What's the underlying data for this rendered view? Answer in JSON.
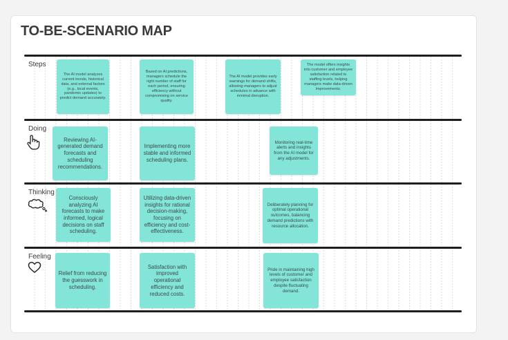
{
  "title": "TO-BE-SCENARIO MAP",
  "rows": {
    "steps": "Steps",
    "doing": "Doing",
    "thinking": "Thinking",
    "feeling": "Feeling"
  },
  "icons": {
    "doing": "hand-pointer-icon",
    "thinking": "thought-bubble-icon",
    "feeling": "heart-icon"
  },
  "notes": {
    "steps": [
      "The AI model analyzes current trends, historical data, and external factors (e.g., local events, pandemic updates) to predict demand accurately.",
      "Based on AI predictions, managers schedule the right number of staff for each period, ensuring efficiency without compromising on service quality.",
      "The AI model provides early warnings for demand shifts, allowing managers to adjust schedules in advance with minimal disruption.",
      "The model offers insights into customer and employee satisfaction related to staffing levels, helping managers make data-driven improvements."
    ],
    "doing": [
      "Reviewing AI-generated demand forecasts and scheduling recommendations.",
      "Implementing more stable and informed scheduling plans.",
      "Monitoring real-time alerts and insights from the AI model for any adjustments."
    ],
    "thinking": [
      "Consciously analyzing AI forecasts to make informed, logical decisions on staff scheduling.",
      "Utilizing data-driven insights for rational decision-making, focusing on efficiency and cost-effectiveness.",
      "Deliberately planning for optimal operational outcomes, balancing demand predictions with resource allocation."
    ],
    "feeling": [
      "Relief from reducing the guesswork in scheduling.",
      "Satisfaction with improved operational efficiency and reduced costs.",
      "Pride in maintaining high levels of customer and employee satisfaction despite fluctuating demand."
    ]
  },
  "colors": {
    "note": "#82e5d8",
    "divider": "#1e1e1e"
  }
}
